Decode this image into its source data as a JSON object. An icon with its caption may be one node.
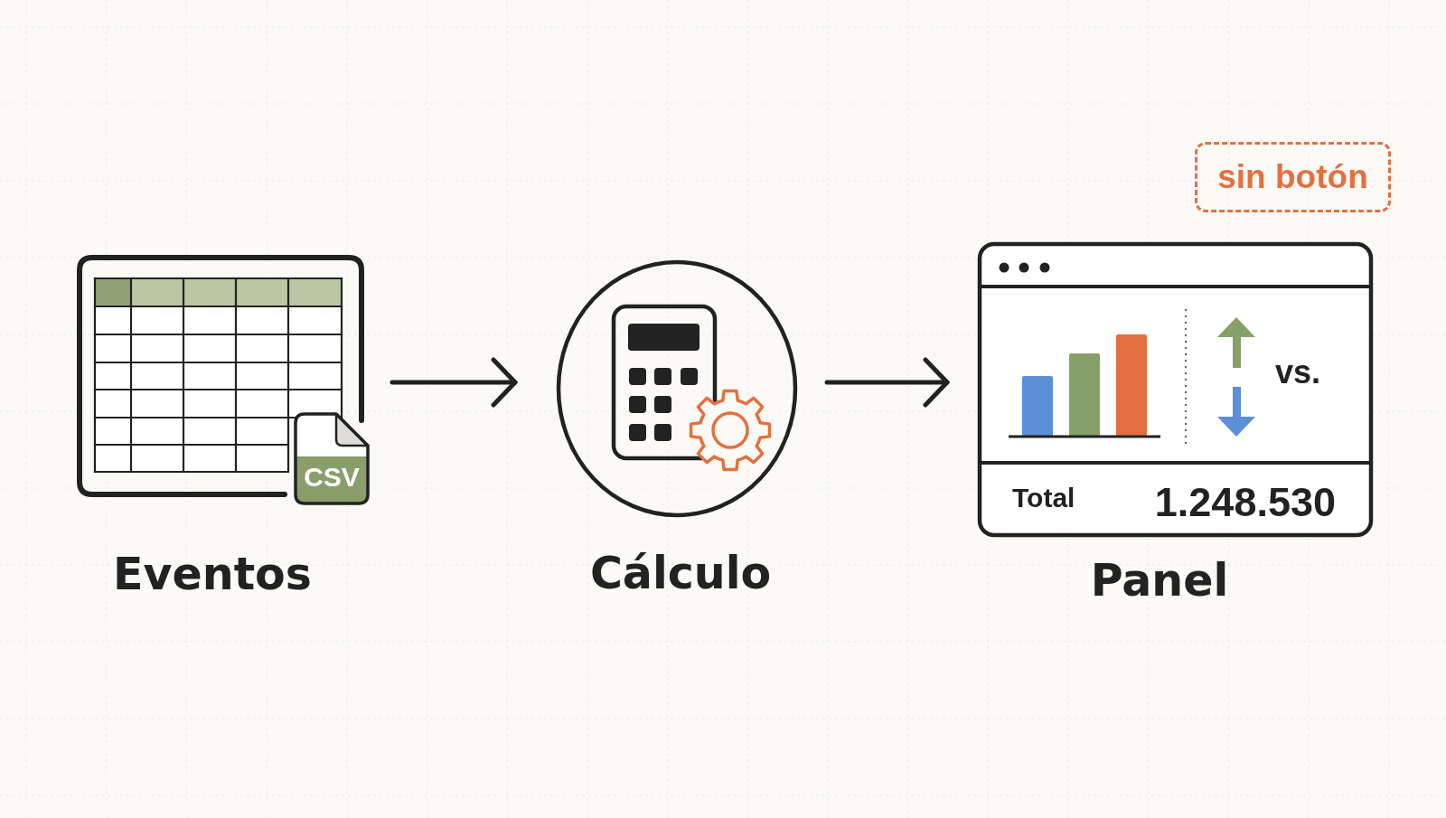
{
  "diagram": {
    "nodes": [
      {
        "text": [
          "CSV",
          "Eventos"
        ]
      },
      {
        "text": [
          "Cálculo"
        ]
      },
      {
        "text": [
          "vs.",
          "Total",
          "1.248.530",
          "Panel"
        ]
      },
      {
        "text": [
          "sin botón"
        ]
      }
    ],
    "edges": [
      {
        "from": 0,
        "to": 1,
        "arrow": "to"
      },
      {
        "from": 1,
        "to": 2,
        "arrow": "to"
      }
    ]
  }
}
